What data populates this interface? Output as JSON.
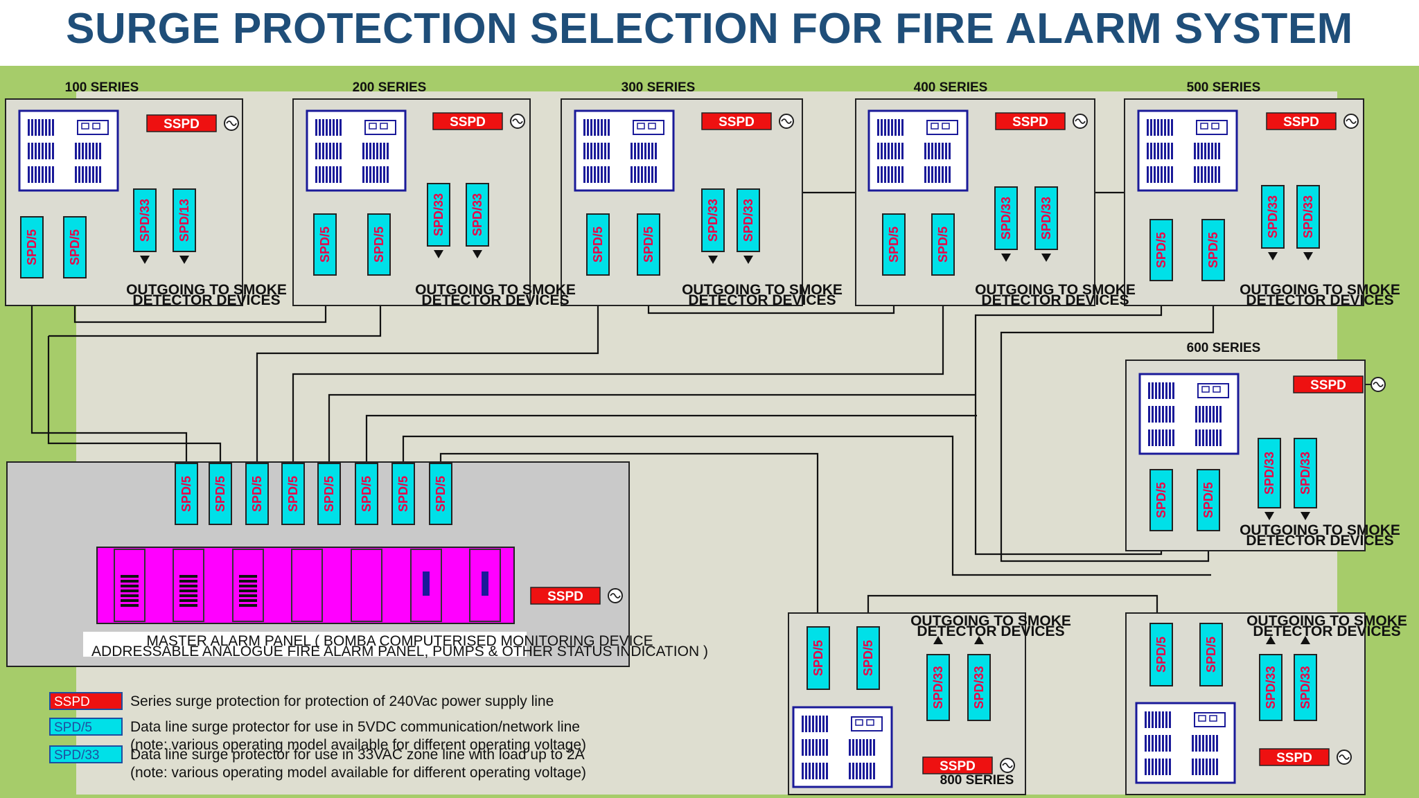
{
  "title": "SURGE PROTECTION SELECTION FOR FIRE ALARM SYSTEM",
  "labels": {
    "sspd": "SSPD",
    "spd5": "SPD/5",
    "spd33": "SPD/33",
    "spd13": "SPD/13",
    "outgoing_line1": "OUTGOING TO SMOKE",
    "outgoing_line2": "DETECTOR DEVICES",
    "master_line1": "MASTER ALARM PANEL ( BOMBA COMPUTERISED MONITORING DEVICE",
    "master_line2": "ADDRESSABLE ANALOGUE FIRE ALARM PANEL, PUMPS & OTHER STATUS INDICATION )"
  },
  "series": [
    {
      "name": "100 SERIES"
    },
    {
      "name": "200 SERIES"
    },
    {
      "name": "300 SERIES"
    },
    {
      "name": "400 SERIES"
    },
    {
      "name": "500 SERIES"
    },
    {
      "name": "600 SERIES"
    },
    {
      "name": "800 SERIES"
    }
  ],
  "legend": [
    {
      "tag": "SSPD",
      "color": "#ee1111",
      "line1": "Series surge protection for protection of 240Vac power supply line",
      "line2": ""
    },
    {
      "tag": "SPD/5",
      "color": "#00e0e8",
      "line1": "Data line surge protector for use in 5VDC communication/network line",
      "line2": "(note: various operating model available for different operating voltage)"
    },
    {
      "tag": "SPD/33",
      "color": "#00e0e8",
      "line1": "Data line surge protector for use in 33VAC zone line with load up to 2A",
      "line2": "(note: various operating model available for different operating voltage)"
    }
  ],
  "colors": {
    "title": "#1f4e79",
    "background_green": "#a6cc6a",
    "background_inner": "#deded0",
    "panel_gray": "#c9c9c9",
    "spd_cyan": "#00e0e8",
    "spd_text": "#ee0044",
    "sspd_red": "#ee1111",
    "master_magenta": "#ff00ff",
    "panel_navy": "#1a1a99"
  },
  "icons": [
    "ac-power-icon",
    "down-arrow-icon",
    "up-arrow-icon",
    "control-panel-icon"
  ]
}
